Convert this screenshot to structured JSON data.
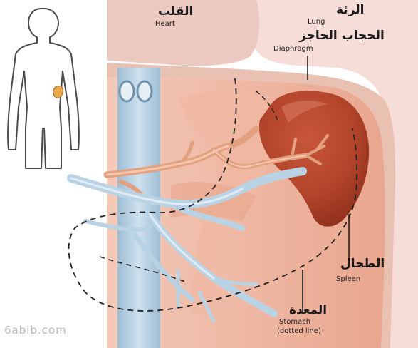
{
  "labels": {
    "heart_ar": "القلب",
    "heart_en": "Heart",
    "lung_ar": "الرئة",
    "lung_en": "Lung",
    "diaphragm_ar": "الحجاب الحاجز",
    "diaphragm_en": "Diaphragm",
    "spleen_ar": "الطحال",
    "spleen_en": "Spleen",
    "stomach_ar": "المعدة",
    "stomach_en_line1": "Stomach",
    "stomach_en_line2": "(dotted line)"
  },
  "watermark": "6abib.com",
  "colors": {
    "heart": "#ecc9c0",
    "lung": "#f6ddd8",
    "spleen": "#b2442a",
    "vein": "#a9c7dc",
    "artery": "#e3a07e",
    "tissue": "#efb9a4"
  }
}
